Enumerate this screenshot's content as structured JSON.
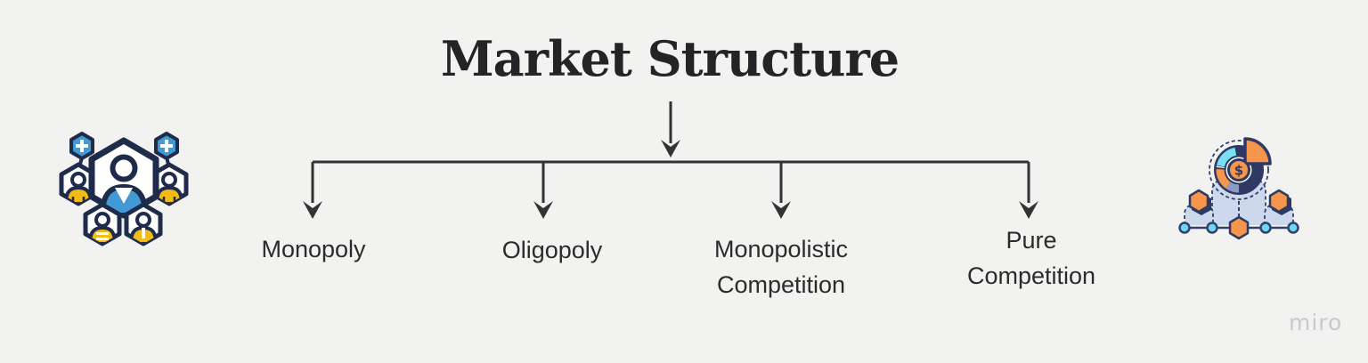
{
  "diagram": {
    "title": "Market Structure",
    "branches": [
      {
        "label": "Monopoly"
      },
      {
        "label": "Oligopoly"
      },
      {
        "label": "Monopolistic Competition"
      },
      {
        "label": "Pure Competition"
      }
    ]
  },
  "icons": {
    "left": "team-hexagon-network-icon",
    "right": "market-share-pie-chart-icon"
  },
  "watermark": {
    "label": "miro"
  },
  "colors": {
    "background": "#f2f2f0",
    "connector_line": "#333333",
    "label_text": "#2b2b2b",
    "title_text": "#222426",
    "icon_navy": "#1e2b4a",
    "icon_blue": "#4399d3",
    "icon_yellow": "#f2bb16",
    "icon_orange": "#f5964c",
    "icon_cyan": "#6cd8f0",
    "icon_paleblue": "#ccd9ec",
    "watermark_gray": "#c7c9cf"
  }
}
